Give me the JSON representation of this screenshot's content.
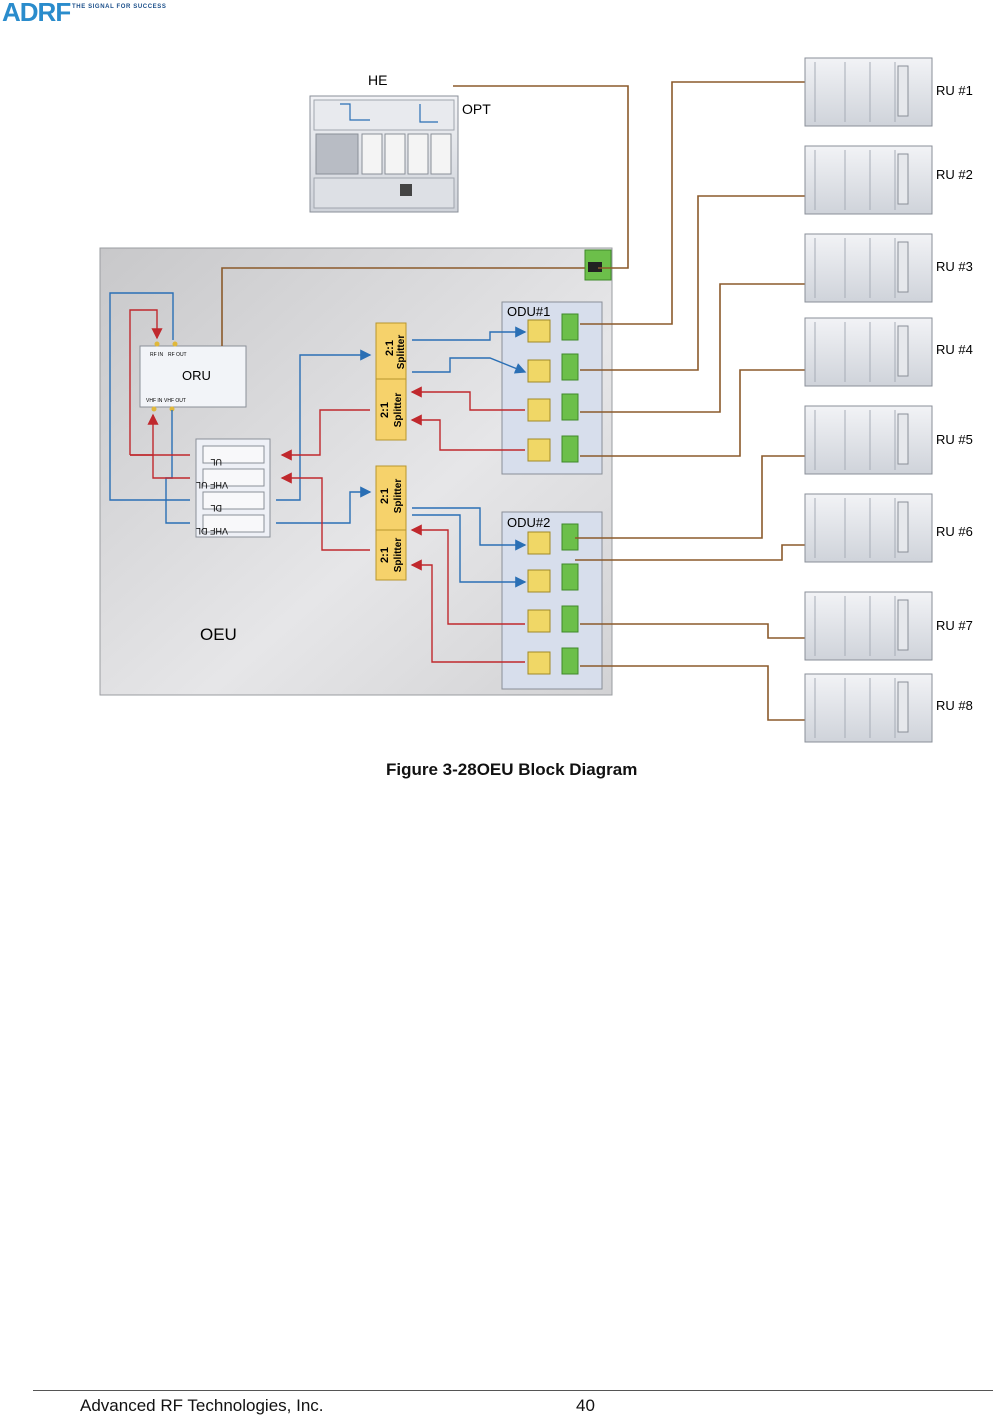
{
  "logo": {
    "brand": "ADRF",
    "tagline": "THE SIGNAL FOR SUCCESS"
  },
  "diagram": {
    "he_label": "HE",
    "opt_label": "OPT",
    "oeu_label": "OEU",
    "oru_label": "ORU",
    "oru_ports": [
      "RF IN",
      "RF OUT",
      "VHF IN",
      "VHF OUT"
    ],
    "combiner_slots": [
      "UL",
      "VHF UL",
      "DL",
      "VHF DL"
    ],
    "splitter_ratio": "2:1",
    "splitter_name": "Splitter",
    "odu1_label": "ODU#1",
    "odu2_label": "ODU#2",
    "ru_labels": [
      "RU #1",
      "RU #2",
      "RU #3",
      "RU #4",
      "RU #5",
      "RU #6",
      "RU #7",
      "RU #8"
    ]
  },
  "figure": {
    "caption_number": "Figure 3-28",
    "caption_title": "OEU Block Diagram"
  },
  "footer": {
    "company": "Advanced RF Technologies, Inc.",
    "page_number": "40"
  }
}
